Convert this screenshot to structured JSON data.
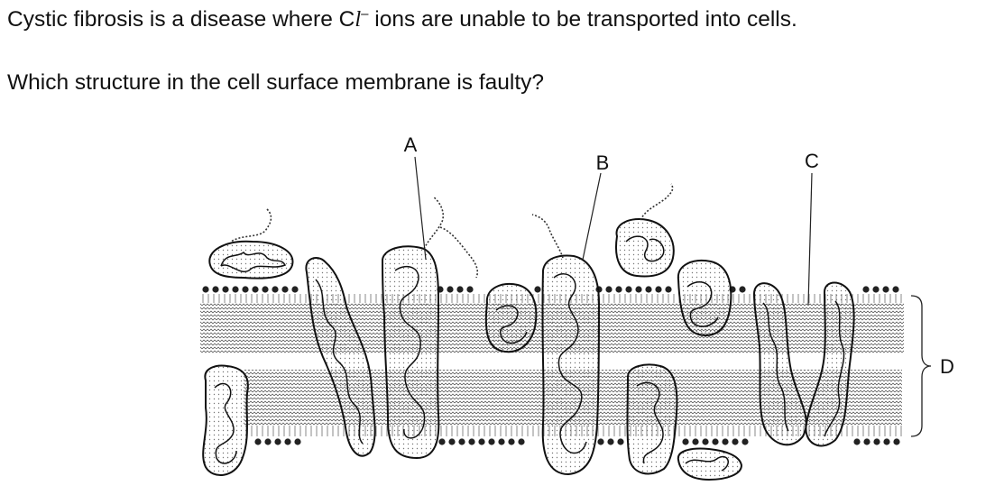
{
  "question": {
    "line1_before": "Cystic fibrosis is a disease where C",
    "line1_ion_letter": "l",
    "line1_ion_charge": "–",
    "line1_after": " ions are unable to be transported into cells.",
    "line2": "Which structure in the cell surface membrane is faulty?"
  },
  "diagram": {
    "labels": {
      "a": "A",
      "b": "B",
      "c": "C",
      "d": "D"
    }
  },
  "colors": {
    "ink": "#111111",
    "stipple": "#cfcfcf",
    "background": "#ffffff"
  }
}
